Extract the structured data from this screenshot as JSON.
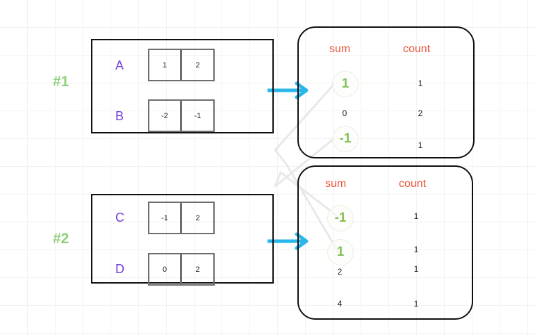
{
  "diagram": {
    "title": "map-side-partial-aggregation-diagram",
    "colors": {
      "group_tag": "#8fd17a",
      "row_label": "#6f3ee0",
      "column_header": "#e8543a",
      "highlight_value": "#86c059",
      "arrow": "#29b6e8",
      "connector": "#e6e6e6",
      "box_border": "#101010",
      "cell_border": "#6d6d6d",
      "grid": "#f2f2f2"
    },
    "groups": [
      {
        "tag": "#1",
        "rows": [
          {
            "label": "A",
            "cells": [
              "1",
              "2"
            ]
          },
          {
            "label": "B",
            "cells": [
              "-2",
              "-1"
            ]
          }
        ]
      },
      {
        "tag": "#2",
        "rows": [
          {
            "label": "C",
            "cells": [
              "-1",
              "2"
            ]
          },
          {
            "label": "D",
            "cells": [
              "0",
              "2"
            ]
          }
        ]
      }
    ],
    "panels": [
      {
        "name": "aggregate-table-1",
        "headers": {
          "sum": "sum",
          "count": "count"
        },
        "rows": [
          {
            "sum": "1",
            "count": "1",
            "highlight": true
          },
          {
            "sum": "0",
            "count": "2",
            "highlight": false
          },
          {
            "sum": "-1",
            "count": "1",
            "highlight": true
          }
        ]
      },
      {
        "name": "aggregate-table-2",
        "headers": {
          "sum": "sum",
          "count": "count"
        },
        "rows": [
          {
            "sum": "-1",
            "count": "1",
            "highlight": true
          },
          {
            "sum": "1",
            "count": "1",
            "highlight": true
          },
          {
            "sum": "2",
            "count": "1",
            "highlight": false
          },
          {
            "sum": "4",
            "count": "1",
            "highlight": false
          }
        ]
      }
    ],
    "arrows": [
      {
        "name": "arrow-group1-to-panel1",
        "from": "group-box-1",
        "to": "aggregate-table-1"
      },
      {
        "name": "arrow-group2-to-panel2",
        "from": "group-box-2",
        "to": "aggregate-table-2"
      }
    ],
    "connectors": [
      {
        "name": "connector-panel1-sum1-to-panel2-sum1"
      },
      {
        "name": "connector-panel1-summinus1-to-panel2-summinus1"
      }
    ]
  }
}
